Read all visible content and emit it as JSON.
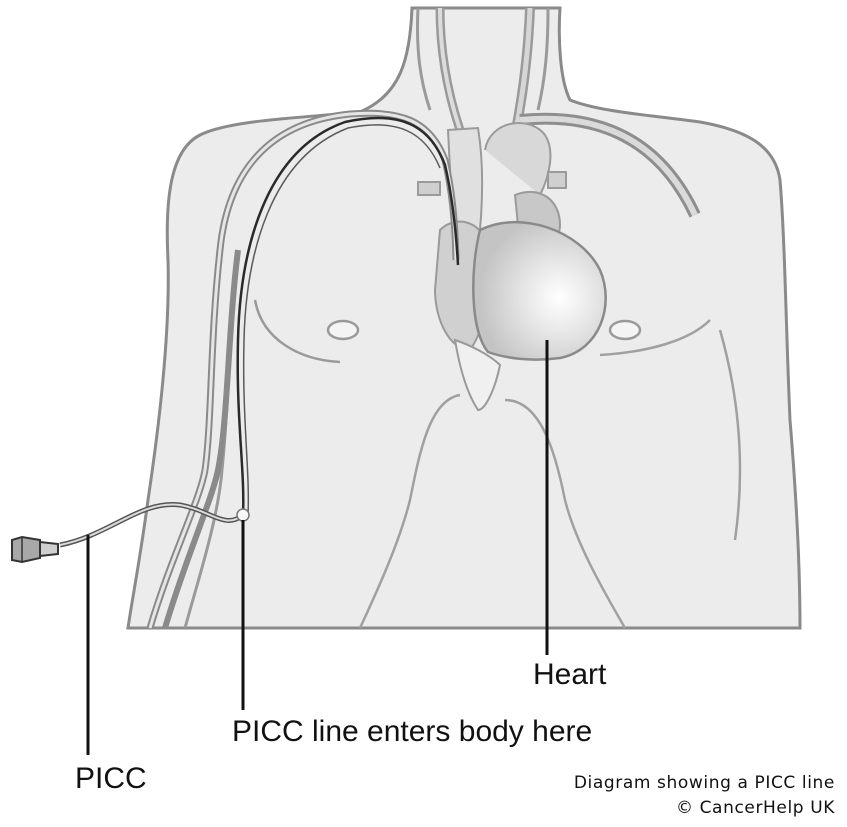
{
  "diagram": {
    "labels": {
      "heart": "Heart",
      "entry": "PICC line enters body here",
      "picc": "PICC"
    },
    "caption": {
      "line1": "Diagram showing a PICC line",
      "line2": "© CancerHelp UK"
    }
  },
  "colors": {
    "skin": "#ececec",
    "outline": "#8a8a8a",
    "vessel": "#9a9a9a",
    "heart": "#d2d2d2",
    "line": "#2a2a2a"
  },
  "icons": {
    "connector": "picc-connector-icon"
  }
}
